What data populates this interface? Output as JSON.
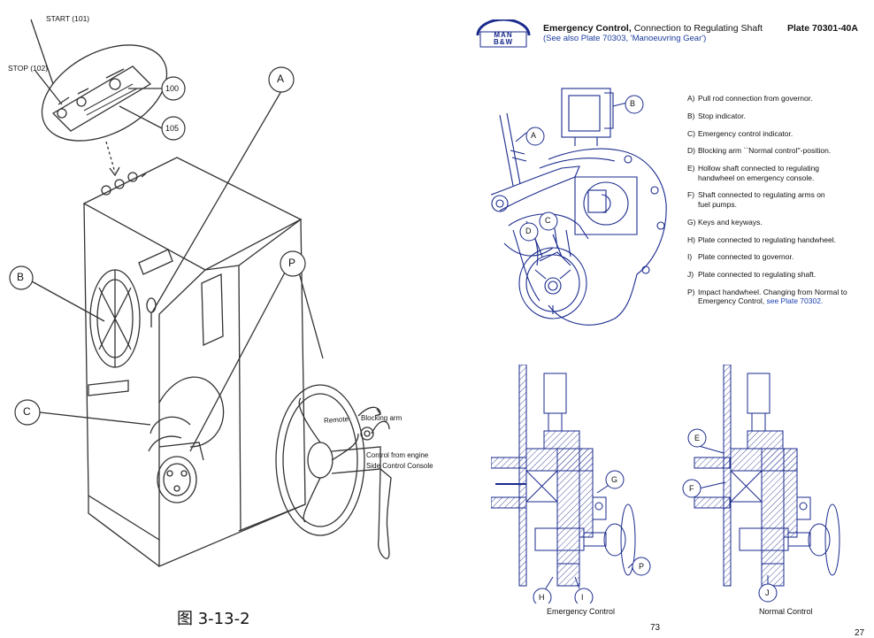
{
  "left_figure": {
    "labels": {
      "start": "START (101)",
      "stop": "STOP (102)",
      "n100": "100",
      "n105": "105",
      "a": "A",
      "b": "B",
      "c": "C",
      "p": "P",
      "remote": "Remote",
      "blocking_arm": "Blocking arm",
      "control_line1": "Control from engine",
      "control_line2": "Side Control Console"
    },
    "figure_caption": "图 3-13-2"
  },
  "header": {
    "logo_line1": "MAN",
    "logo_line2": "B&W",
    "title_bold": "Emergency Control,",
    "title_rest": " Connection to Regulating Shaft",
    "subtitle": "(See also Plate 70303, 'Manoeuvring Gear')",
    "plate": "Plate 70301-40A"
  },
  "top_diagram_labels": {
    "a": "A",
    "b": "B",
    "c": "C",
    "d": "D"
  },
  "legend": [
    {
      "key": "A)",
      "text": "Pull rod connection from governor."
    },
    {
      "key": "B)",
      "text": "Stop indicator."
    },
    {
      "key": "C)",
      "text": "Emergency control indicator."
    },
    {
      "key": "D)",
      "text": "Blocking arm ``Normal control''-position."
    },
    {
      "key": "E)",
      "text": "Hollow shaft connected to regulating handwheel on emergency console."
    },
    {
      "key": "F)",
      "text": "Shaft connected to regulating arms on fuel pumps."
    },
    {
      "key": "G)",
      "text": "Keys and keyways."
    },
    {
      "key": "H)",
      "text": "Plate connected to regulating handwheel."
    },
    {
      "key": "I)",
      "text": "Plate connected to governor."
    },
    {
      "key": "J)",
      "text": "Plate connected to regulating shaft."
    },
    {
      "key": "P)",
      "text": "Impact handwheel. Changing from Normal to Emergency Control, ",
      "link": "see Plate 70302."
    }
  ],
  "section_labels": {
    "emergency": {
      "g": "G",
      "h": "H",
      "i": "I",
      "p": "P"
    },
    "normal": {
      "e": "E",
      "f": "F",
      "j": "J"
    }
  },
  "captions": {
    "emergency": "Emergency Control",
    "normal": "Normal Control"
  },
  "page_number": "73",
  "corner_number": "27",
  "colors": {
    "line_blue": "#1a2a8c",
    "link_blue": "#1a3fb0",
    "line_gray": "#444444"
  }
}
